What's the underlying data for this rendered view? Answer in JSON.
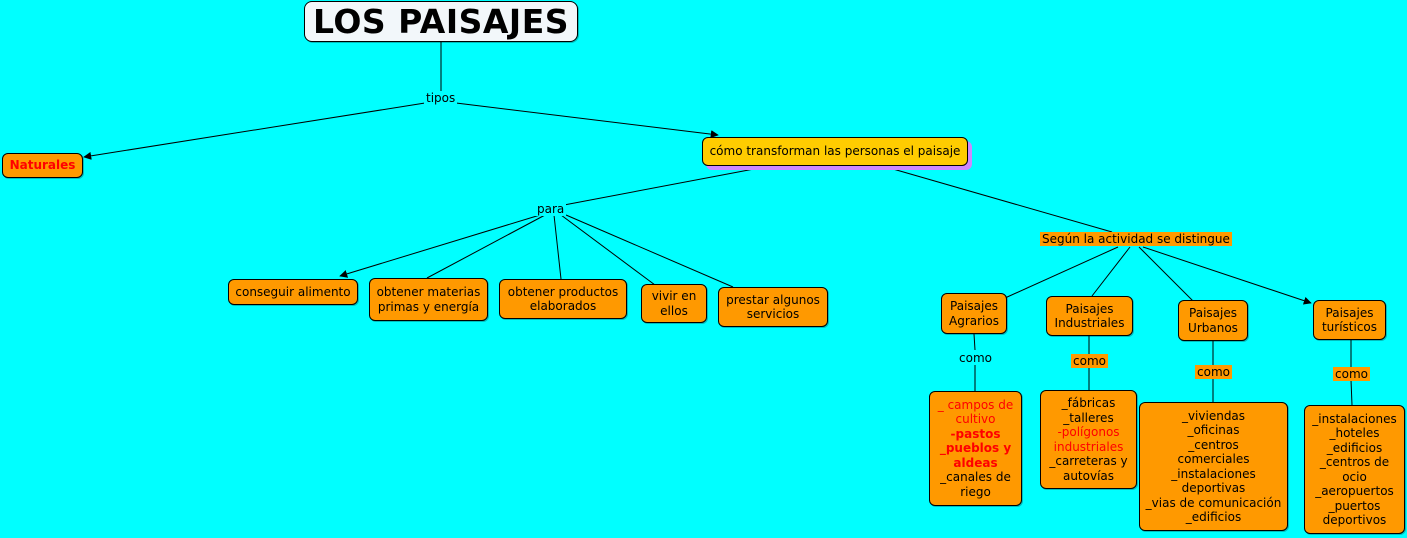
{
  "title": "LOS PAISAJES",
  "labels": {
    "tipos": "tipos",
    "para": "para",
    "segun": "Según la actividad se distingue",
    "como_agrarios": "como",
    "como_industriales": "como",
    "como_urbanos": "como",
    "como_turisticos": "como"
  },
  "naturales": "Naturales",
  "transforman": "cómo transforman las personas el paisaje",
  "para_items": {
    "alimento": "conseguir alimento",
    "materias": [
      "obtener materias",
      "primas y energía"
    ],
    "productos": [
      "obtener productos",
      "elaborados"
    ],
    "vivir": [
      "vivir en",
      "ellos"
    ],
    "servicios": [
      "prestar algunos",
      "servicios"
    ]
  },
  "paisajes": {
    "agrarios": [
      "Paisajes",
      "Agrarios"
    ],
    "industriales": [
      "Paisajes",
      "Industriales"
    ],
    "urbanos": [
      "Paisajes",
      "Urbanos"
    ],
    "turisticos": [
      "Paisajes",
      "turísticos"
    ]
  },
  "ejemplos": {
    "agrarios": [
      "_ campos de",
      "cultivo",
      "-pastos",
      "_pueblos y",
      "aldeas",
      "_canales de",
      "riego"
    ],
    "industriales": [
      "_fábricas",
      "_talleres",
      "-polígonos",
      "industriales",
      "_carreteras y",
      "autovías"
    ],
    "urbanos": [
      "_viviendas",
      "_oficinas",
      "_centros",
      "comerciales",
      "_instalaciones",
      "deportivas",
      "_vias de comunicación",
      "_edificios"
    ],
    "turisticos": [
      "_instalaciones",
      "_hoteles",
      "_edificios",
      "_centros de",
      "ocio",
      "_aeropuertos",
      "_puertos",
      "deportivos"
    ]
  },
  "colors": {
    "background": "#00FFFF",
    "node": "#FF9900",
    "highlight": "#FFCC00",
    "title_bg": "#F2F7FA",
    "emphasis": "#FF0000"
  }
}
